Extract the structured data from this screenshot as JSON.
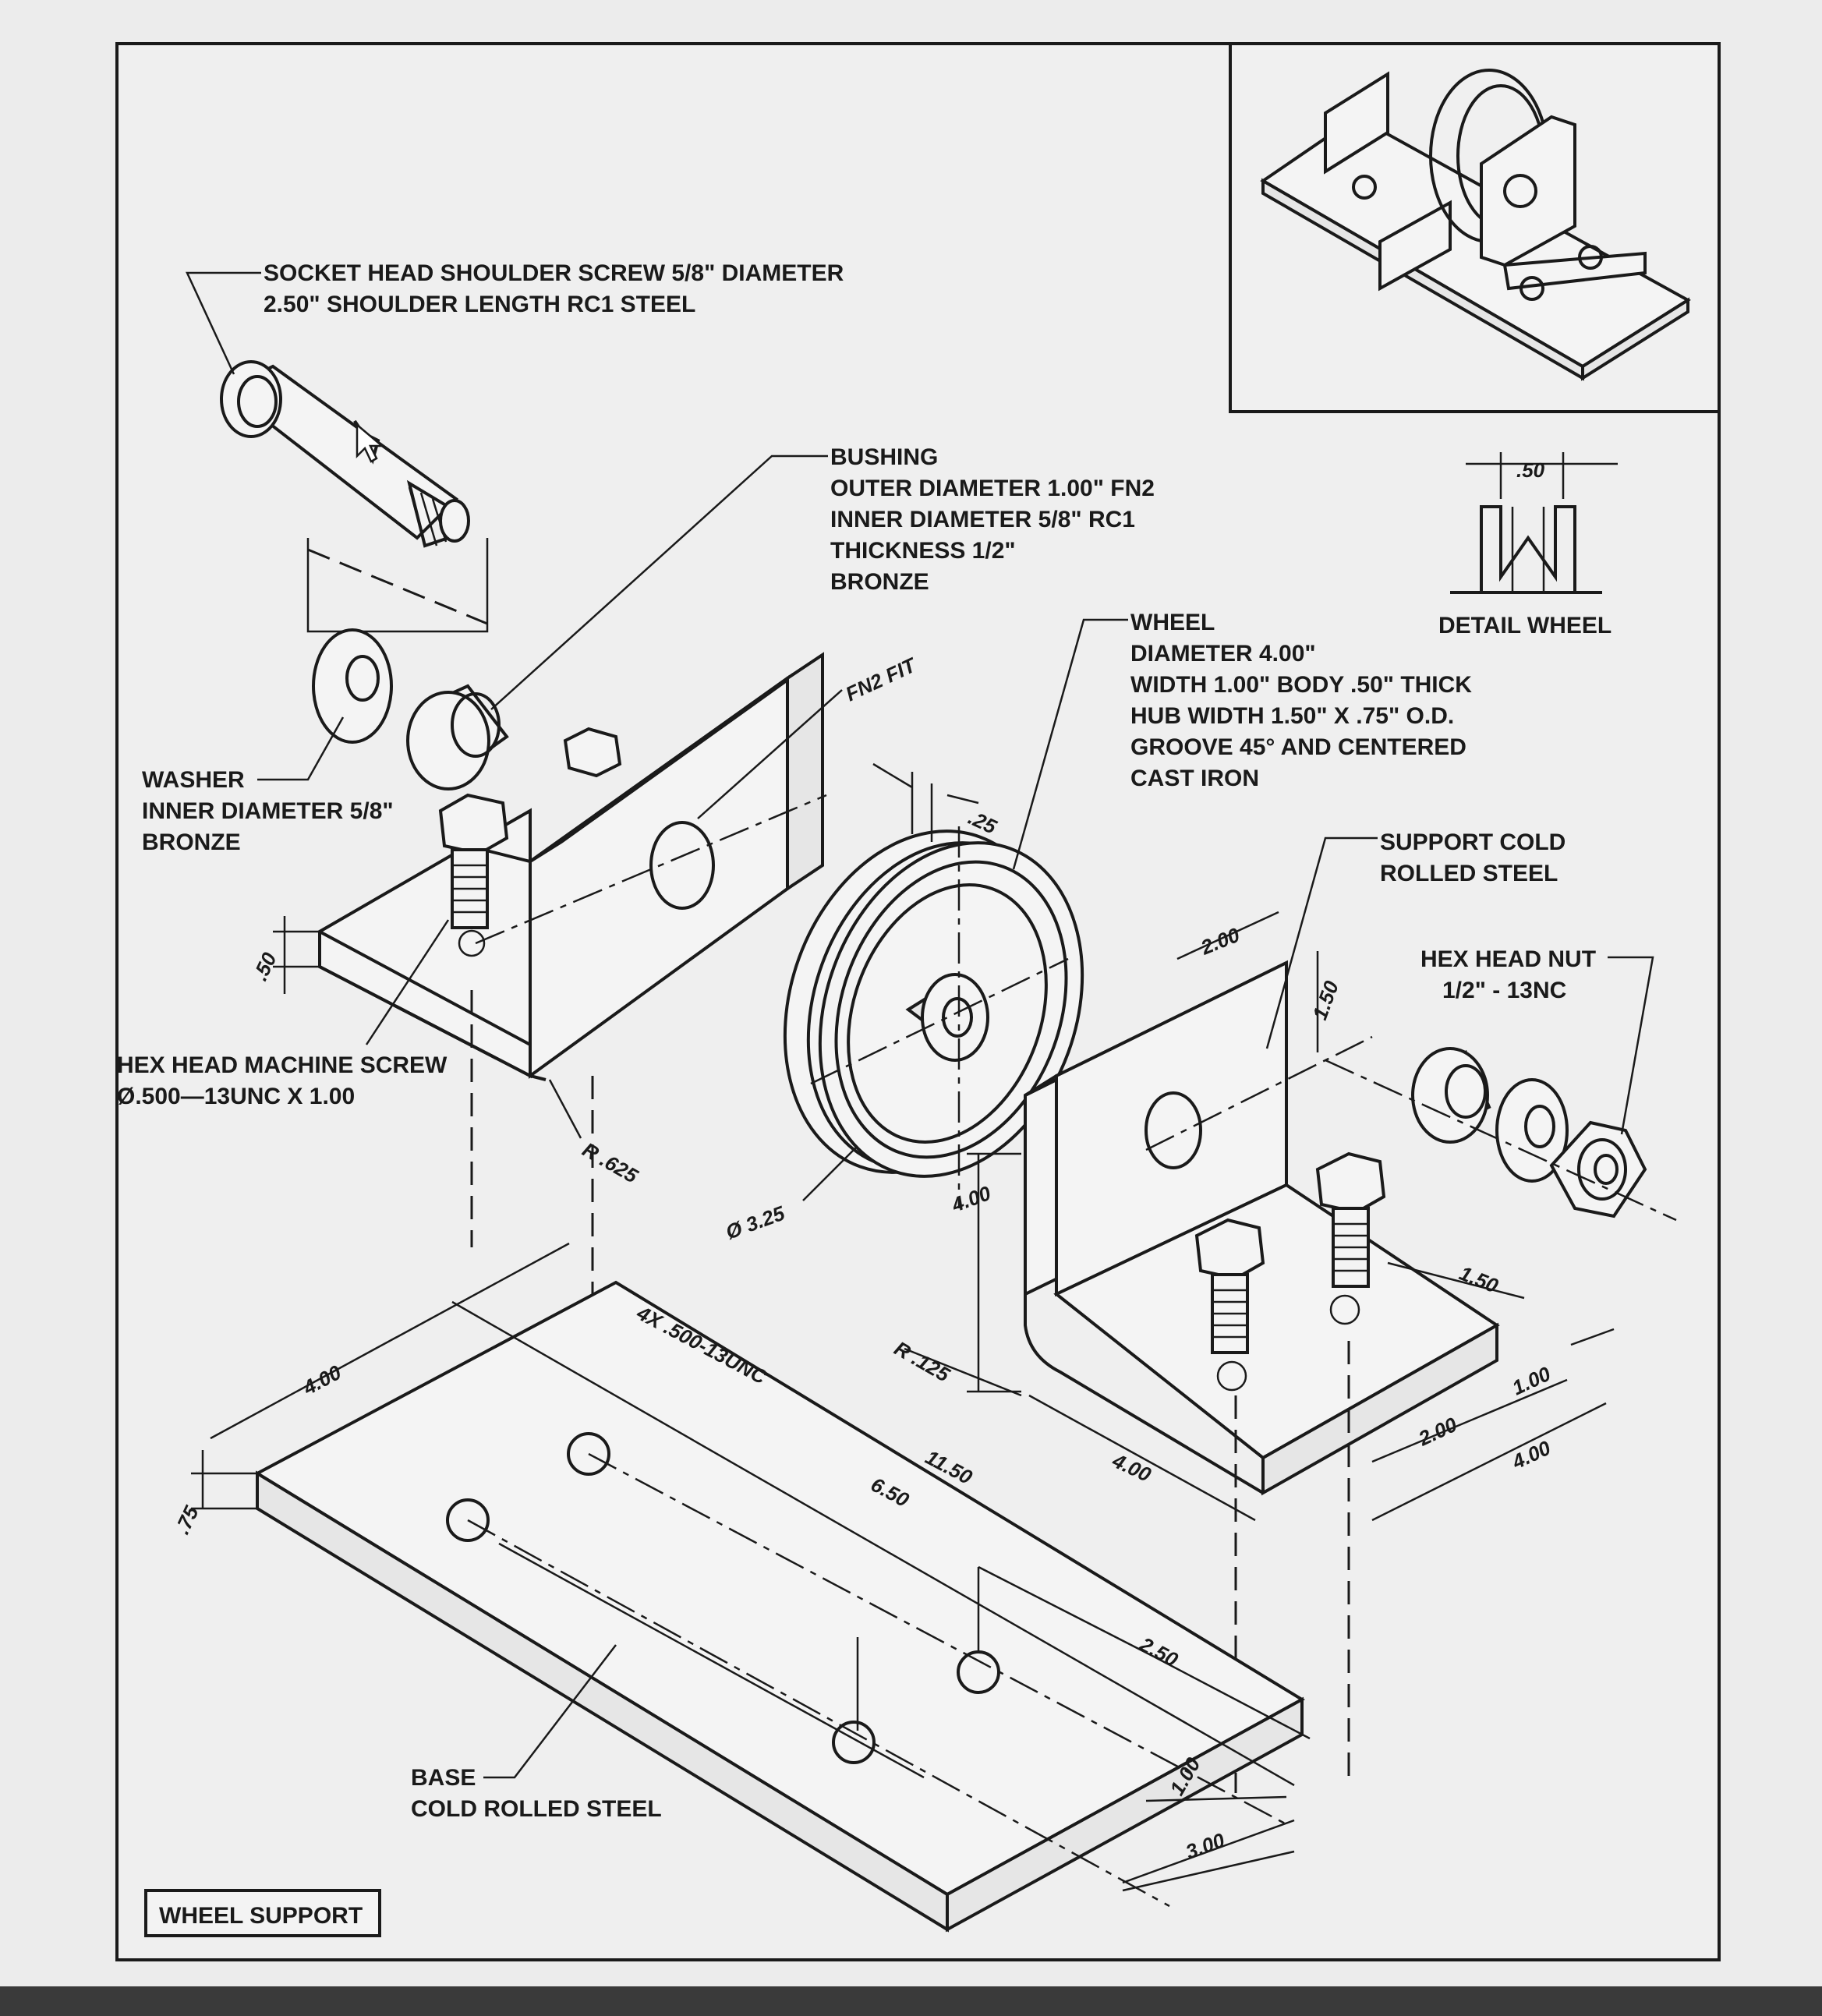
{
  "title": "WHEEL SUPPORT",
  "callouts": {
    "shoulder_screw": {
      "line1": "SOCKET HEAD SHOULDER SCREW 5/8\" DIAMETER",
      "line2": "2.50\" SHOULDER LENGTH RC1 STEEL"
    },
    "bushing": {
      "line1": "BUSHING",
      "line2": "OUTER DIAMETER 1.00\" FN2",
      "line3": "INNER DIAMETER 5/8\" RC1",
      "line4": "THICKNESS 1/2\"",
      "line5": "BRONZE"
    },
    "wheel": {
      "line1": "WHEEL",
      "line2": "DIAMETER 4.00\"",
      "line3": "WIDTH 1.00\"  BODY .50\" THICK",
      "line4": "HUB WIDTH 1.50\" X .75\" O.D.",
      "line5": "GROOVE 45° AND CENTERED",
      "line6": "CAST IRON"
    },
    "washer": {
      "line1": "WASHER",
      "line2": "INNER DIAMETER 5/8\"",
      "line3": "BRONZE"
    },
    "support": {
      "line1": "SUPPORT COLD",
      "line2": "ROLLED STEEL"
    },
    "hex_nut": {
      "line1": "HEX HEAD NUT",
      "line2": "1/2\" - 13NC"
    },
    "hex_screw": {
      "line1": "HEX HEAD MACHINE SCREW",
      "line2": "Ø.500—13UNC X 1.00"
    },
    "base": {
      "line1": "BASE",
      "line2": "COLD ROLLED STEEL"
    },
    "detail_wheel": "DETAIL WHEEL",
    "fn2_fit": "FN2 FIT"
  },
  "dimensions": {
    "detail_width": ".50",
    "wheel_offset": ".25",
    "support_thickness": ".50",
    "bend_radius_left": "R .625",
    "wheel_dia": "Ø 3.25",
    "support_height": "4.00",
    "support_width": "2.00",
    "hole_height": "1.50",
    "bend_radius_right": "R .125",
    "base_width": "4.00",
    "base_thickness": ".75",
    "tapped_holes": "4X .500-13UNC",
    "base_length": "11.50",
    "hole_spacing": "6.50",
    "hole_pitch": "2.50",
    "hole_edge": "1.00",
    "hole_from_edge": "3.00",
    "support_base_depth": "4.00",
    "bolt_spacing_y": "1.50",
    "bolt_edge": "1.00",
    "bolt_spacing_x": "2.00",
    "support_base_length": "4.00"
  }
}
